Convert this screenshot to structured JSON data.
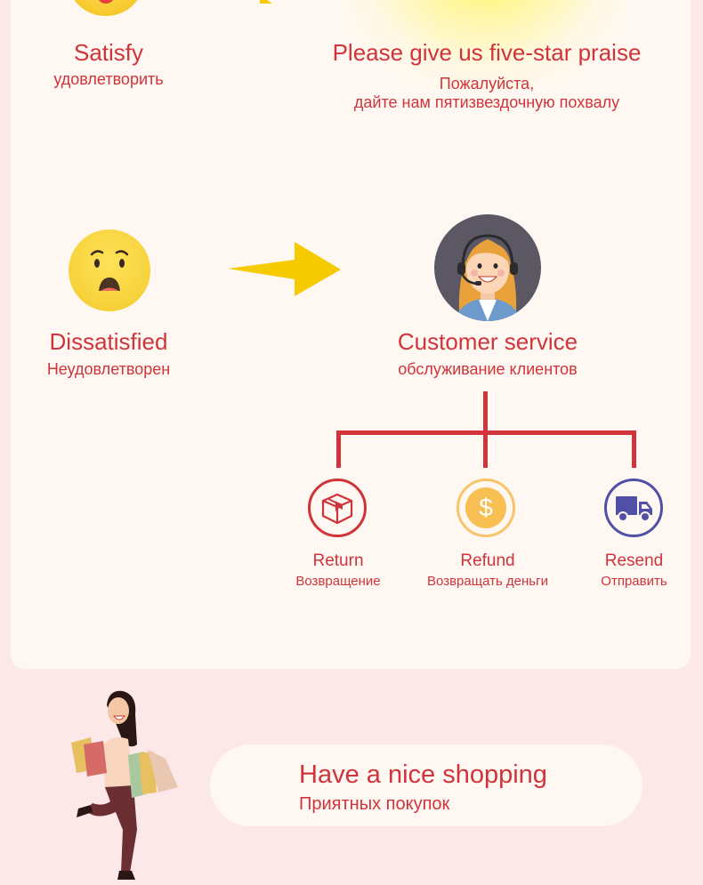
{
  "satisfied": {
    "title": "Satisfy",
    "subtitle": "удовлетворить"
  },
  "praise": {
    "title": "Please give us five-star praise",
    "subtitle_line1": "Пожалуйста,",
    "subtitle_line2": "дайте нам пятизвездочную похвалу"
  },
  "dissatisfied": {
    "title": "Dissatisfied",
    "subtitle": "Неудовлетворен"
  },
  "customer_service": {
    "title": "Customer service",
    "subtitle": "обслуживание клиентов"
  },
  "options": [
    {
      "title": "Return",
      "subtitle": "Возвращение",
      "icon": "box-icon",
      "color": "#d0343a"
    },
    {
      "title": "Refund",
      "subtitle": "Возвращать деньги",
      "icon": "dollar-icon",
      "color": "#f8c46a"
    },
    {
      "title": "Resend",
      "subtitle": "Отправить",
      "icon": "truck-icon",
      "color": "#5150a7"
    }
  ],
  "footer": {
    "title": "Have a nice shopping",
    "subtitle": "Приятных покупок"
  },
  "colors": {
    "accent_red": "#d0343a",
    "page_bg": "#fde8e9",
    "card_bg": "#fff8f2",
    "arrow_yellow": "#f5cb00"
  }
}
